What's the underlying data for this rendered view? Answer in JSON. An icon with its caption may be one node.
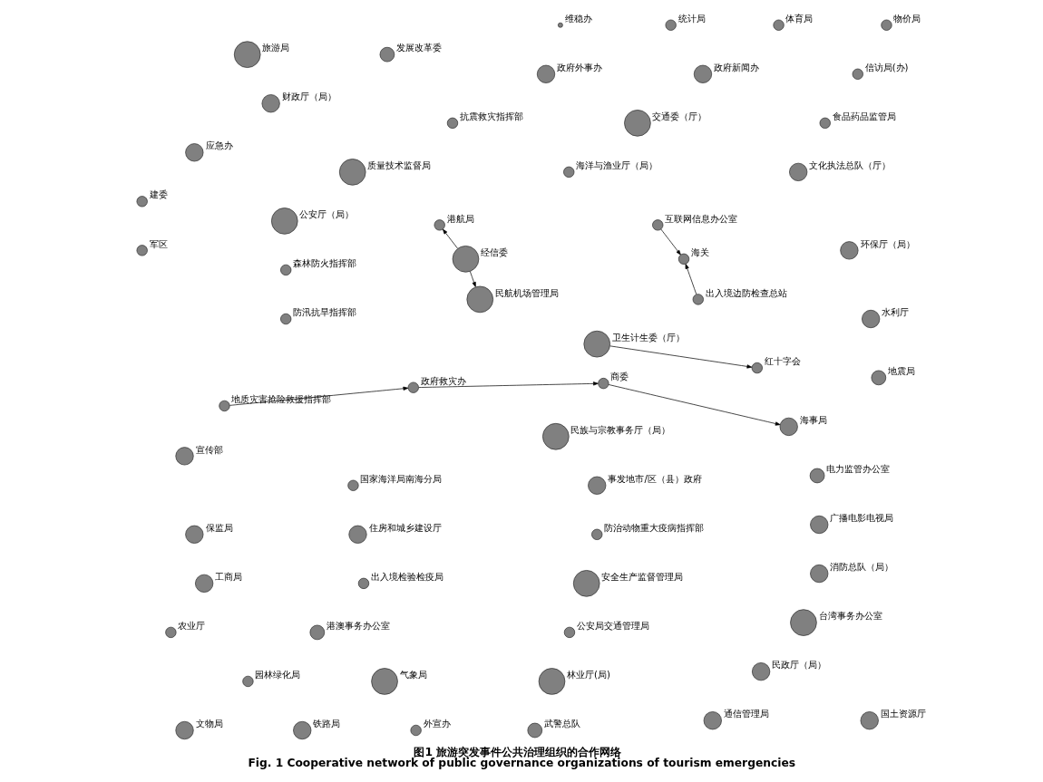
{
  "diagram": {
    "title": "图1 旅游突发事件公共治理组织的合作网络",
    "caption": "Fig. 1 Cooperative network of public governance organizations of tourism emergencies",
    "nodes": [
      {
        "text": [
          "出入境检验检疫局"
        ]
      },
      {
        "text": [
          "园林绿化局"
        ]
      },
      {
        "text": [
          "互联网信息办公室"
        ]
      },
      {
        "text": [
          "海关"
        ]
      },
      {
        "text": [
          "港澳事务办公室"
        ]
      },
      {
        "text": [
          "海洋与渔业厅（局）"
        ]
      },
      {
        "text": [
          "出入境边防检查总站"
        ]
      },
      {
        "text": [
          "食品药品监管局"
        ]
      },
      {
        "text": [
          "工商局"
        ]
      },
      {
        "text": [
          "信访局(办)"
        ]
      },
      {
        "text": [
          "地质灾害抢险救援指挥部"
        ]
      },
      {
        "text": [
          "民政厅（局）"
        ]
      },
      {
        "text": [
          "政府救灾办"
        ]
      },
      {
        "text": [
          "消防总队（局）"
        ]
      },
      {
        "text": [
          "国家海洋局南海分局"
        ]
      },
      {
        "text": [
          "文化执法总队（厅）"
        ]
      },
      {
        "text": [
          "政府新闻办"
        ]
      },
      {
        "text": [
          "质量技术监督局"
        ]
      },
      {
        "text": [
          "台湾事务办公室"
        ]
      },
      {
        "text": [
          "海事局"
        ]
      },
      {
        "text": [
          "商委"
        ]
      },
      {
        "text": [
          "事发地市/区（县）政府"
        ]
      },
      {
        "text": [
          "地震局"
        ]
      },
      {
        "text": [
          "政府外事办"
        ]
      },
      {
        "text": [
          "交通委（厅）"
        ]
      },
      {
        "text": [
          "应急办"
        ]
      },
      {
        "text": [
          "抗震救灾指挥部"
        ]
      },
      {
        "text": [
          "气象局"
        ]
      },
      {
        "text": [
          "通信管理局"
        ]
      },
      {
        "text": [
          "保监局"
        ]
      },
      {
        "text": [
          "财政厅（局）"
        ]
      },
      {
        "text": [
          "防治动物重大疫病指挥部"
        ]
      },
      {
        "text": [
          "外宣办"
        ]
      },
      {
        "text": [
          "安全生产监督管理局"
        ]
      },
      {
        "text": [
          "公安厅（局）"
        ]
      },
      {
        "text": [
          "建委"
        ]
      },
      {
        "text": [
          "水利厅"
        ]
      },
      {
        "text": [
          "宣传部"
        ]
      },
      {
        "text": [
          "公安局交通管理局"
        ]
      },
      {
        "text": [
          "文物局"
        ]
      },
      {
        "text": [
          "国土资源厅"
        ]
      },
      {
        "text": [
          "发展改革委"
        ]
      },
      {
        "text": [
          "旅游局"
        ]
      },
      {
        "text": [
          "林业厅(局)"
        ]
      },
      {
        "text": [
          "铁路局"
        ]
      },
      {
        "text": [
          "卫生计生委（厅）"
        ]
      },
      {
        "text": [
          "红十字会"
        ]
      },
      {
        "text": [
          "广播电影电视局"
        ]
      },
      {
        "text": [
          "民族与宗教事务厅（局）"
        ]
      },
      {
        "text": [
          "环保厅（局）"
        ]
      },
      {
        "text": [
          "森林防火指挥部"
        ]
      },
      {
        "text": [
          "港航局"
        ]
      },
      {
        "text": [
          "电力监管办公室"
        ]
      },
      {
        "text": [
          "住房和城乡建设厅"
        ]
      },
      {
        "text": [
          "农业厅"
        ]
      },
      {
        "text": [
          "防汛抗旱指挥部"
        ]
      },
      {
        "text": [
          "经信委"
        ]
      },
      {
        "text": [
          "武警总队"
        ]
      },
      {
        "text": [
          "军区"
        ]
      },
      {
        "text": [
          "物价局"
        ]
      },
      {
        "text": [
          "体育局"
        ]
      },
      {
        "text": [
          "维稳办"
        ]
      },
      {
        "text": [
          "统计局"
        ]
      },
      {
        "text": [
          "民航机场管理局"
        ]
      }
    ],
    "edges": [
      {
        "from": 6,
        "to": 3,
        "arrow": "to"
      },
      {
        "from": 2,
        "to": 3,
        "arrow": "to"
      },
      {
        "from": 10,
        "to": 12,
        "arrow": "to"
      },
      {
        "from": 12,
        "to": 20,
        "arrow": "to"
      },
      {
        "from": 20,
        "to": 19,
        "arrow": "to"
      },
      {
        "from": 45,
        "to": 46,
        "arrow": "to"
      },
      {
        "from": 56,
        "to": 51,
        "arrow": "to"
      },
      {
        "from": 56,
        "to": 63,
        "arrow": "to"
      }
    ]
  }
}
